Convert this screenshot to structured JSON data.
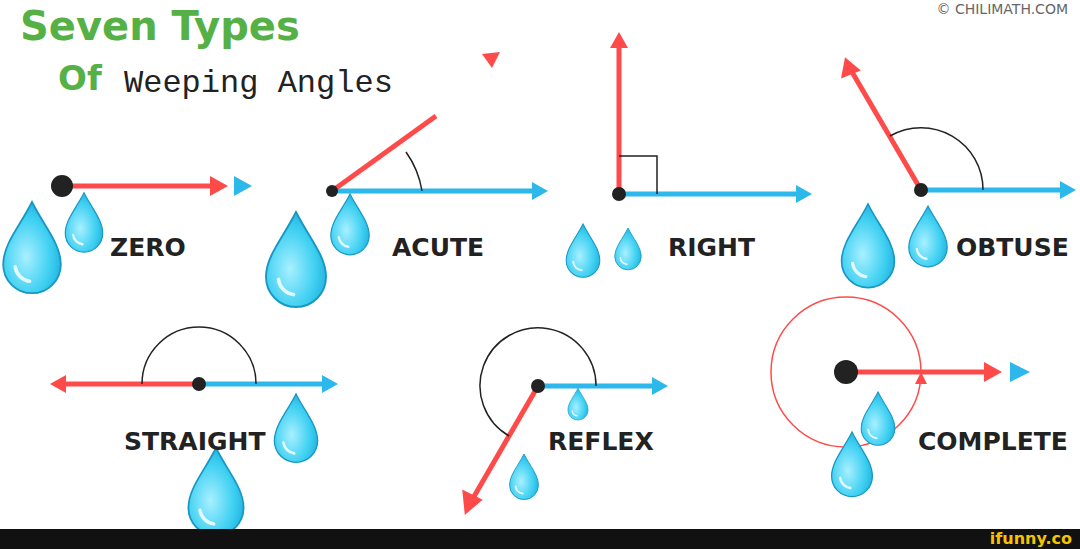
{
  "diagram": {
    "title": "Seven Types",
    "labels": [
      "Of",
      "Weeping Angles",
      "© CHILIMATH.COM",
      "ZERO",
      "ACUTE",
      "RIGHT",
      "OBTUSE",
      "STRAIGHT",
      "REFLEX",
      "COMPLETE",
      "ifunny.co"
    ]
  }
}
